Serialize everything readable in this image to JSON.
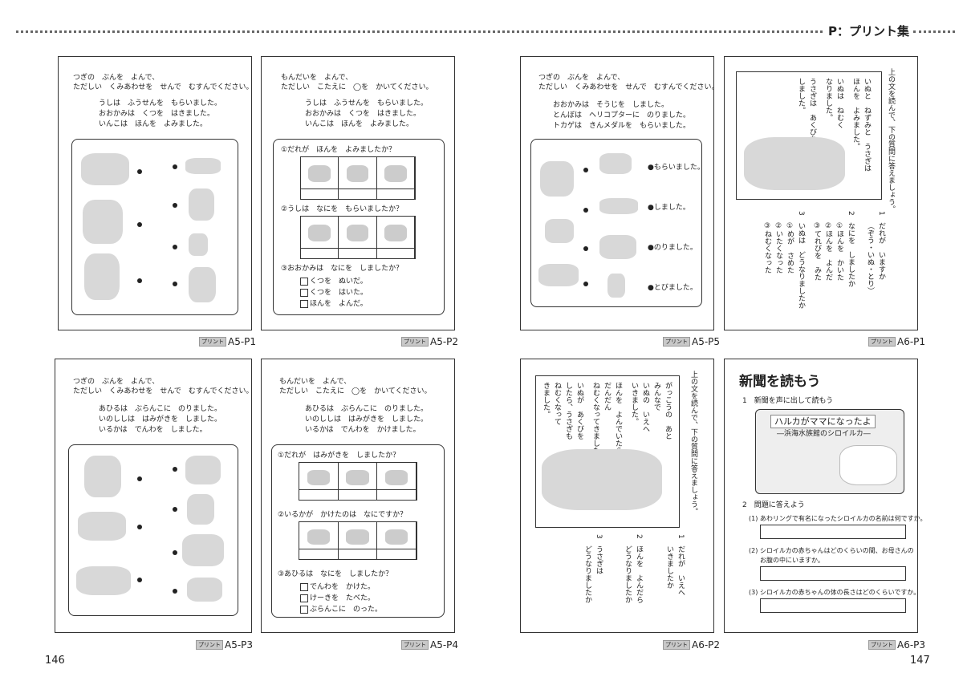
{
  "header": {
    "title": "P：プリント集"
  },
  "page_numbers": {
    "left": "146",
    "right": "147"
  },
  "labels": {
    "tag": "プリント",
    "a5p1": "A5-P1",
    "a5p2": "A5-P2",
    "a5p5": "A5-P5",
    "a6p1": "A6-P1",
    "a5p3": "A5-P3",
    "a5p4": "A5-P4",
    "a6p2": "A6-P2",
    "a6p3": "A6-P3"
  },
  "p1": {
    "l1": "つぎの　ぶんを　よんで、",
    "l2": "ただしい　くみあわせを　せんで　むすんでください。",
    "s1": "うしは　ふうせんを　もらいました。",
    "s2": "おおかみは　くつを　はきました。",
    "s3": "いんこは　ほんを　よみました。"
  },
  "p2": {
    "l1": "もんだいを　よんで、",
    "l2": "ただしい　こたえに　◯を　かいてください。",
    "s1": "うしは　ふうせんを　もらいました。",
    "s2": "おおかみは　くつを　はきました。",
    "s3": "いんこは　ほんを　よみました。",
    "q1": "①だれが　ほんを　よみましたか？",
    "q2": "②うしは　なにを　もらいましたか？",
    "q3": "③おおかみは　なにを　しましたか？",
    "c1": "くつを　ぬいだ。",
    "c2": "くつを　はいた。",
    "c3": "ほんを　よんだ。"
  },
  "p5": {
    "l1": "つぎの　ぶんを　よんで、",
    "l2": "ただしい　くみあわせを　せんで　むすんでください。",
    "s1": "おおかみは　そうじを　しました。",
    "s2": "とんぼは　ヘリコプターに　のりました。",
    "s3": "トカゲは　きんメダルを　もらいました。",
    "a1": "●もらいました。",
    "a2": "●しました。",
    "a3": "●のりました。",
    "a4": "●とびました。"
  },
  "a6p1": {
    "instr": "上の文を読んで、下の質問に答えましょう。",
    "story1": "いぬと　ねずみと　うさぎは",
    "story2": "ほんを　よみました。",
    "story3": "いぬは　ねむく",
    "story4": "なりました。",
    "story5": "うさぎは　あくびを",
    "story6": "しました。",
    "q1n": "1",
    "q1": "だれが　いますか",
    "q1h": "（ぞう・いぬ・とり）",
    "q2n": "2",
    "q2": "なにを　しましたか",
    "q2a": "①ほんを　かいた",
    "q2b": "②ほんを　よんだ",
    "q2c": "③てれびを　みた",
    "q3n": "3",
    "q3": "いぬは　どうなりましたか",
    "q3a": "①めが　さめた",
    "q3b": "②いたくなった",
    "q3c": "③ねむくなった"
  },
  "p3": {
    "l1": "つぎの　ぶんを　よんで、",
    "l2": "ただしい　くみあわせを　せんで　むすんでください。",
    "s1": "あひるは　ぶらんこに　のりました。",
    "s2": "いのししは　はみがきを　しました。",
    "s3": "いるかは　でんわを　しました。"
  },
  "p4": {
    "l1": "もんだいを　よんで、",
    "l2": "ただしい　こたえに　◯を　かいてください。",
    "s1": "あひるは　ぶらんこに　のりました。",
    "s2": "いのししは　はみがきを　しました。",
    "s3": "いるかは　でんわを　かけました。",
    "q1": "①だれが　はみがきを　しましたか？",
    "q2": "②いるかが　かけたのは　なにですか？",
    "q3": "③あひるは　なにを　しましたか？",
    "c1": "でんわを　かけた。",
    "c2": "けーきを　たべた。",
    "c3": "ぶらんこに　のった。"
  },
  "a6p2": {
    "instr": "上の文を読んで、下の質問に答えましょう。",
    "story1": "がっこうの　あと",
    "story2": "みんなで",
    "story3": "いぬの　いえへ",
    "story4": "いきました。",
    "story5": "ほんを　よんでいたら、",
    "story6": "だんだん",
    "story7": "ねむくなってきました。",
    "story8": "いぬが　あくびを",
    "story9": "したら、うさぎも",
    "story10": "ねむくなって",
    "story11": "きました。",
    "q1n": "1",
    "q1a": "だれが　いえへ",
    "q1b": "いきましたか",
    "q2n": "2",
    "q2a": "ほんを　よんだら",
    "q2b": "どうなりましたか",
    "q3n": "3",
    "q3a": "うさぎは",
    "q3b": "どうなりましたか"
  },
  "a6p3": {
    "title": "新聞を読もう",
    "s1": "1　新聞を声に出して読もう",
    "headline": "ハルカがママになったよ",
    "subhead": "―浜海水族館のシロイルカ―",
    "s2": "2　問題に答えよう",
    "q1": "(1) あわリングで有名になったシロイルカの名前は何ですか。",
    "q2a": "(2) シロイルカの赤ちゃんはどのくらいの間、お母さんの",
    "q2b": "お腹の中にいますか。",
    "q3": "(3) シロイルカの赤ちゃんの体の長さはどのくらいですか。"
  }
}
